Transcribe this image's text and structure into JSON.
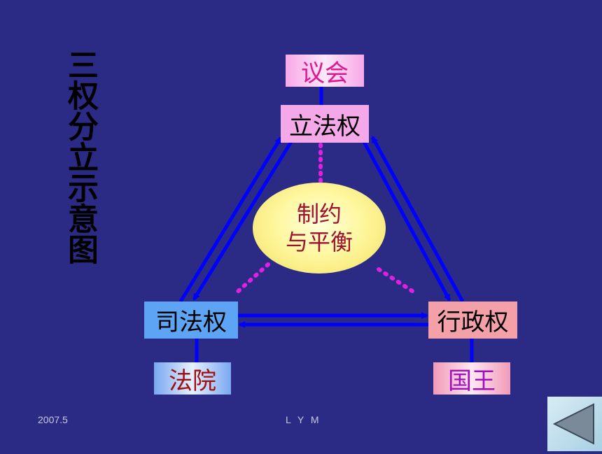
{
  "title": "三权分立示意图",
  "nodes": {
    "parliament": "议会",
    "legislative": "立法权",
    "judicial": "司法权",
    "executive": "行政权",
    "court": "法院",
    "king": "国王"
  },
  "center": {
    "line1": "制约",
    "line2": "与平衡"
  },
  "footer": {
    "date": "2007.5",
    "author": "L Y M"
  },
  "nav": {
    "icon": "back-triangle-icon"
  },
  "colors": {
    "background": "#2b2b86",
    "arrow": "#0000ff",
    "dotted": "#e020e0"
  }
}
